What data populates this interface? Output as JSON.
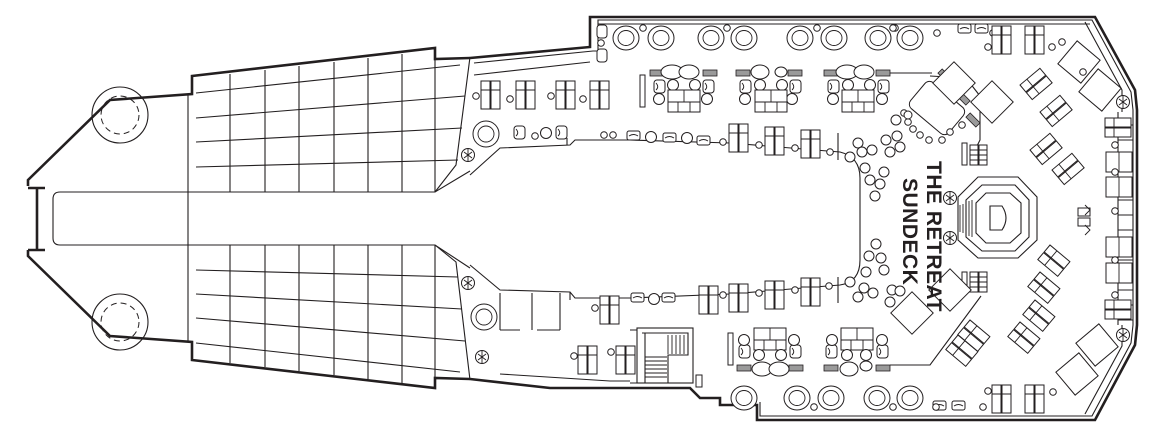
{
  "deck_plan": {
    "area_label_line1": "THE RETREAT",
    "area_label_line2": "SUNDECK",
    "colors": {
      "line": "#231f20",
      "background": "#ffffff",
      "hatch": "#9a9a9a"
    },
    "elements": {
      "skylight_grid": "forward glass skylight grid (upper and lower wings)",
      "central_void": "central open atrium / funnel void",
      "hot_tub": "octagonal whirlpool at aft end",
      "bar": "rounded bar counter",
      "stairway": "stairway to lower deck",
      "cabanas": "square cabanas",
      "loungers": "double sun loungers",
      "lounge_sets": "sofa and armchair lounge groupings",
      "day_beds": "round day beds",
      "shower_icons": "shower fixtures"
    }
  }
}
